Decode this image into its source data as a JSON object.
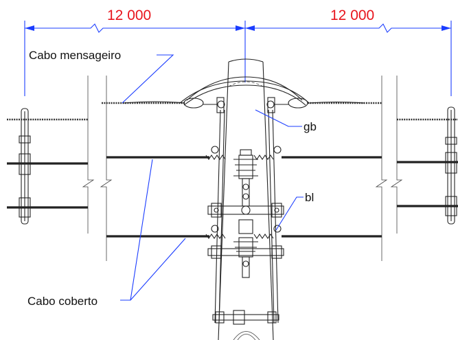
{
  "dimensions": {
    "left_span": "12 000",
    "right_span": "12 000"
  },
  "labels": {
    "messenger_cable": "Cabo mensageiro",
    "covered_cable": "Cabo coberto",
    "gb": "gb",
    "bl": "bl"
  },
  "colors": {
    "dimension_text": "#e8141c",
    "leader_lines": "#1a3cff",
    "drawing_ink": "#222222"
  }
}
